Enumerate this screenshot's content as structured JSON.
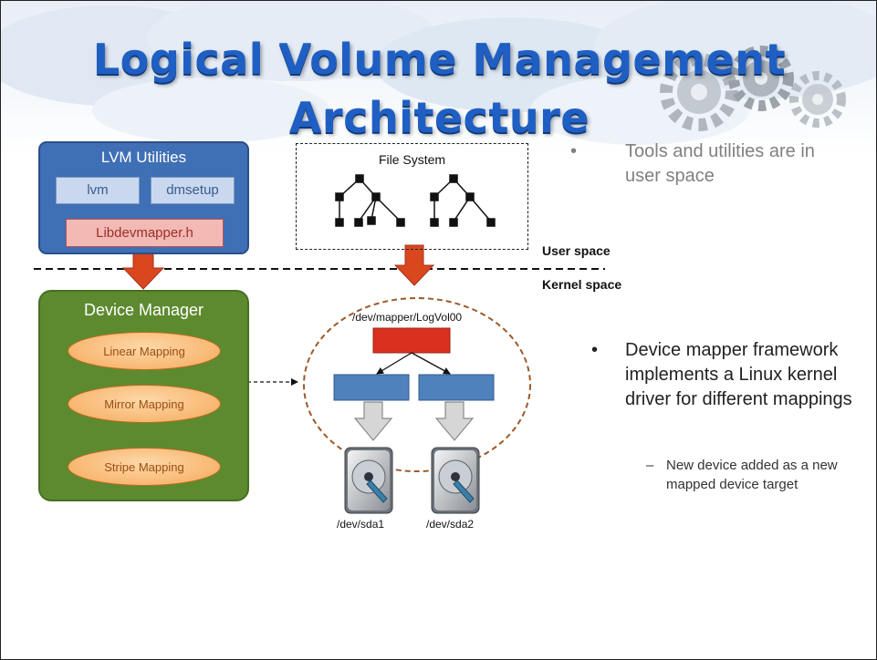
{
  "title": {
    "line1": "Logical Volume Management",
    "line2": "Architecture"
  },
  "lvm_utilities": {
    "title": "LVM Utilities",
    "lvm": "lvm",
    "dmsetup": "dmsetup",
    "lib": "Libdevmapper.h"
  },
  "file_system": {
    "title": "File System"
  },
  "space_labels": {
    "user": "User space",
    "kernel": "Kernel space"
  },
  "device_manager": {
    "title": "Device Manager",
    "mappings": [
      "Linear Mapping",
      "Mirror Mapping",
      "Stripe Mapping"
    ]
  },
  "mapper": {
    "path": "/dev/mapper/LogVol00",
    "disk1": "/dev/sda1",
    "disk2": "/dev/sda2"
  },
  "bullets": {
    "b1": "Tools and utilities are in user space",
    "b2": "Device mapper framework implements a Linux kernel driver for different mappings",
    "b3": "New device added as a new mapped device target",
    "marker": "•",
    "dash": "–"
  },
  "colors": {
    "title": "#1f5fc4",
    "lvm_box": "#3f6fb5",
    "device_manager": "#5d8a2f",
    "arrow": "#d9471f",
    "root_node": "#d9301f",
    "child_node": "#4f81bd"
  }
}
